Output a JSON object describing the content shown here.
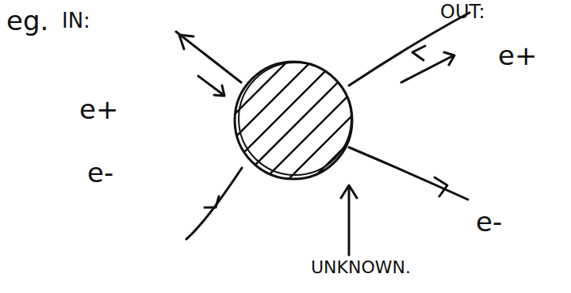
{
  "diagram": {
    "labels": [
      "eg.",
      "IN:",
      "OUT:",
      "e+",
      "e-",
      "e+",
      "e-",
      "UNKNOWN."
    ]
  }
}
